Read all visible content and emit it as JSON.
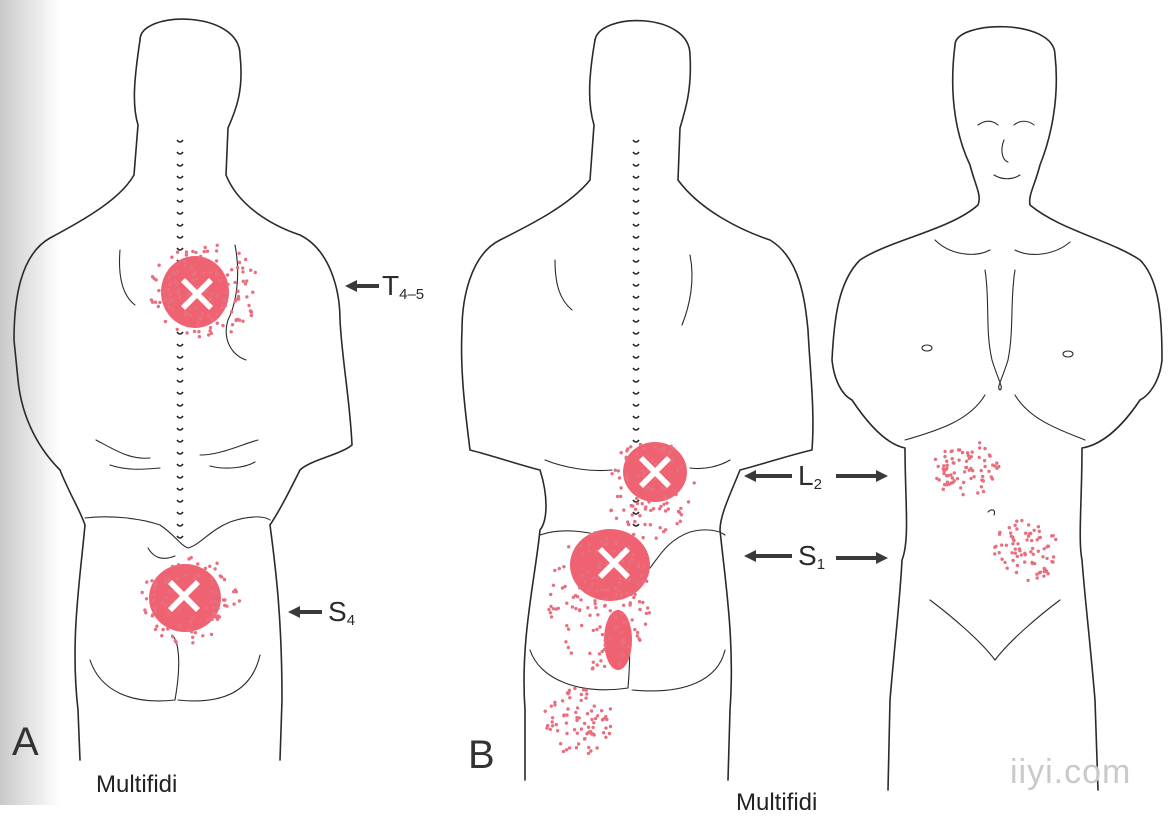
{
  "panels": [
    {
      "letter": "A",
      "caption": "Multifidi"
    },
    {
      "letter": "B",
      "caption": "Multifidi"
    }
  ],
  "segments": {
    "t45": {
      "main": "T",
      "sub": "4–5"
    },
    "s4": {
      "main": "S",
      "sub": "4"
    },
    "l2": {
      "main": "L",
      "sub": "2"
    },
    "s1": {
      "main": "S",
      "sub": "1"
    }
  },
  "watermark": "iiyi.com",
  "colors": {
    "pain_zone": "#ef6272",
    "pain_dots": "#e8707e",
    "trigger_mark": "#ffffff",
    "outline": "#2a2a2a"
  },
  "icons": [
    "trigger-point-x-icon",
    "arrow-left-icon",
    "arrow-right-icon"
  ]
}
